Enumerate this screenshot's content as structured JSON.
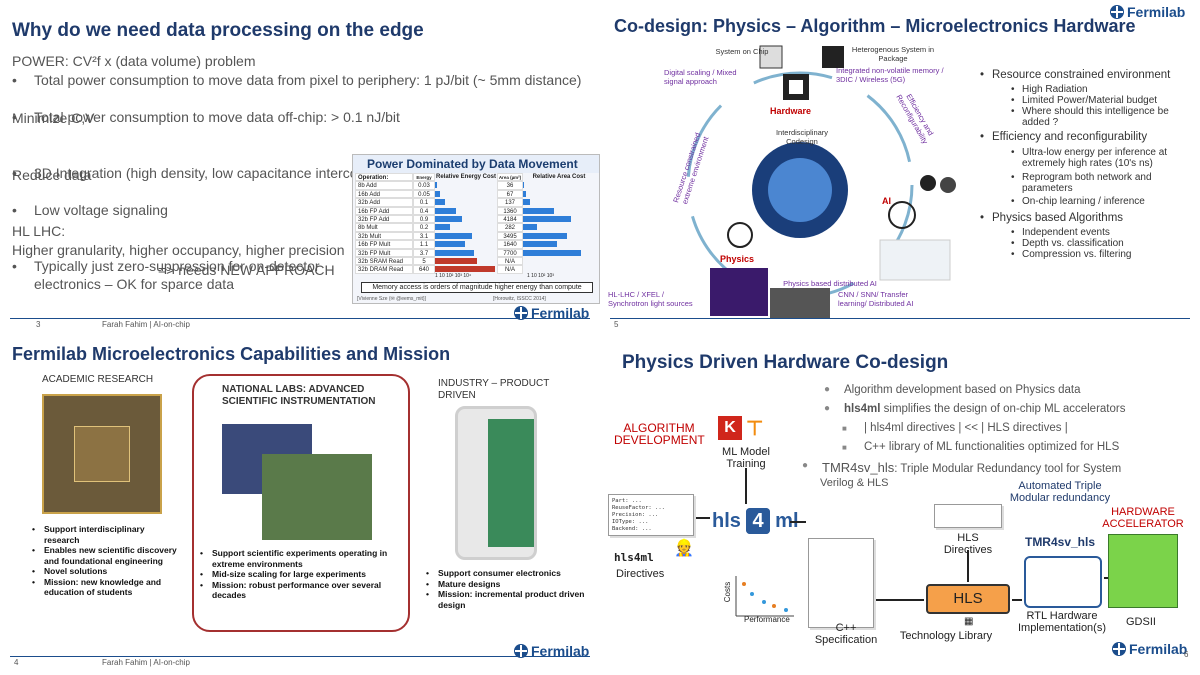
{
  "q1": {
    "title": "Why do we need data processing on the edge",
    "power_heading": "POWER: CV²f  x (data volume) problem",
    "power_bullets": [
      "Total power consumption to move data from pixel to periphery: 1 pJ/bit (~ 5mm distance)",
      "Total power consumption to move data off-chip: > 0.1 nJ/bit"
    ],
    "min_heading": "Minimize C,V",
    "min_bullets": [
      "3D Integration (high density, low capacitance interconnect)",
      "Low voltage signaling"
    ],
    "reduce_heading": "Reduce data",
    "reduce_bullets": [
      "Typically just zero-suppression for on-detector electronics – OK for sparce data"
    ],
    "hl_heading": "HL LHC:",
    "hl_line": "Higher granularity, higher occupancy, higher precision",
    "hl_line2": "=> needs NEW APPROACH",
    "table": {
      "title": "Power Dominated by Data Movement",
      "col_operation": "Operation:",
      "col_energy": "Energy (pJ)",
      "col_rel_energy": "Relative Energy Cost",
      "col_area": "Area (µm²)",
      "col_rel_area": "Relative Area Cost",
      "rows": [
        {
          "op": "8b Add",
          "energy": "0.03",
          "area": "36",
          "e": 0.04,
          "a": 0.02
        },
        {
          "op": "16b Add",
          "energy": "0.05",
          "area": "67",
          "e": 0.08,
          "a": 0.04
        },
        {
          "op": "32b Add",
          "energy": "0.1",
          "area": "137",
          "e": 0.16,
          "a": 0.1
        },
        {
          "op": "16b FP Add",
          "energy": "0.4",
          "area": "1360",
          "e": 0.35,
          "a": 0.45
        },
        {
          "op": "32b FP Add",
          "energy": "0.9",
          "area": "4184",
          "e": 0.45,
          "a": 0.7
        },
        {
          "op": "8b Mult",
          "energy": "0.2",
          "area": "282",
          "e": 0.25,
          "a": 0.2
        },
        {
          "op": "32b Mult",
          "energy": "3.1",
          "area": "3495",
          "e": 0.62,
          "a": 0.65
        },
        {
          "op": "16b FP Mult",
          "energy": "1.1",
          "area": "1640",
          "e": 0.5,
          "a": 0.5
        },
        {
          "op": "32b FP Mult",
          "energy": "3.7",
          "area": "7700",
          "e": 0.65,
          "a": 0.85
        },
        {
          "op": "32b SRAM Read (8KB)",
          "energy": "5",
          "area": "N/A",
          "e": 0.7,
          "a": 0
        },
        {
          "op": "32b DRAM Read",
          "energy": "640",
          "area": "N/A",
          "e": 1.0,
          "a": 0
        }
      ],
      "axis_ticks": "1    10   10²   10³   10⁴",
      "axis_ticks2": "1   10   10²   10³",
      "note": "Memory access is orders of magnitude higher energy than compute",
      "credit_left": "[Vivienne Sze (✉ @eems_mit)]",
      "credit_right": "[Horowitz, ISSCC 2014]"
    },
    "footer_page": "3",
    "footer_author": "Farah Fahim | AI-on-chip",
    "logo": "Fermilab"
  },
  "q2": {
    "title": "Co-design: Physics – Algorithm – Microelectronics Hardware",
    "logo": "Fermilab",
    "diagram": {
      "soc": "System on Chip",
      "hetero": "Heterogenous System in Package",
      "digital": "Digital scaling / Mixed signal approach",
      "integrated": "Integrated non-volatile memory / 3DIC / Wireless (5G)",
      "hardware": "Hardware",
      "center": "Interdisciplinary Codesign",
      "efficiency": "Efficiency and Reconfigurability",
      "resource": "Resource constrained extreme environment",
      "ai": "AI",
      "physics": "Physics",
      "phys_dist": "Physics based distributed AI",
      "lhc": "HL-LHC / XFEL / Synchrotron light sources",
      "cnn": "CNN / SNN/ Transfer learning/ Distributed AI"
    },
    "bullets": [
      {
        "text": "Resource constrained environment",
        "subs": [
          "High Radiation",
          "Limited Power/Material budget",
          "Where should this intelligence be added ?"
        ]
      },
      {
        "text": "Efficiency and reconfigurability",
        "subs": [
          "Ultra-low energy per inference at extremely high rates (10's ns)",
          "Reprogram both network and parameters",
          "On-chip learning / inference"
        ]
      },
      {
        "text": "Physics based Algorithms",
        "subs": [
          "Independent events",
          "Depth vs. classification",
          "Compression vs. filtering"
        ]
      }
    ],
    "footer_page": "5"
  },
  "q3": {
    "title": "Fermilab Microelectronics Capabilities and Mission",
    "col1_head": "ACADEMIC RESEARCH",
    "col2_head": "NATIONAL LABS: ADVANCED SCIENTIFIC INSTRUMENTATION",
    "col3_head": "INDUSTRY – PRODUCT DRIVEN",
    "col1_items": [
      "Support interdisciplinary research",
      "Enables new scientific discovery and foundational engineering",
      "Novel solutions",
      "Mission: new knowledge and education of students"
    ],
    "col2_items": [
      "Support scientific experiments operating in extreme environments",
      "Mid-size scaling for large experiments",
      "Mission: robust performance over several decades"
    ],
    "col3_items": [
      "Support consumer electronics",
      "Mature designs",
      "Mission: incremental product driven design"
    ],
    "footer_page": "4",
    "footer_author": "Farah Fahim | AI-on-chip",
    "logo": "Fermilab"
  },
  "q4": {
    "title": "Physics Driven Hardware Co-design",
    "b1": "Algorithm development based on Physics data",
    "b2_bold": "hls4ml",
    "b2_rest": " simplifies the design of on-chip ML accelerators",
    "s1": "| hls4ml directives | << | HLS directives |",
    "s2": "C++ library of ML functionalities optimized for HLS",
    "b3_big": "TMR4sv_hls",
    "b3_rest": ": Triple Modular Redundancy tool for System",
    "b3_tail": "Verilog & HLS",
    "algo_dev": "ALGORITHM DEVELOPMENT",
    "ml_training": "ML Model Training",
    "directives_code": [
      "Part: ...",
      "ReuseFactor: ...",
      "Precision: ...",
      "IOType: ...",
      "Backend: ..."
    ],
    "hls4ml_label": "hls4ml",
    "directives": "Directives",
    "hls_logo_a": "hls",
    "hls_logo_b": "4",
    "hls_logo_c": "ml",
    "costs": "Costs",
    "performance": "Performance",
    "cpp_spec": "C++ Specification",
    "hls_directives": "HLS Directives",
    "hls_box": "HLS",
    "tech_lib": "Technology Library",
    "auto_tmr": "Automated Triple Modular redundancy",
    "tmr_name": "TMR4sv_hls",
    "rtl": "RTL Hardware Implementation(s)",
    "hw_acc": "HARDWARE ACCELERATOR",
    "gdsii": "GDSII",
    "logo": "Fermilab",
    "footer_page": "6"
  }
}
